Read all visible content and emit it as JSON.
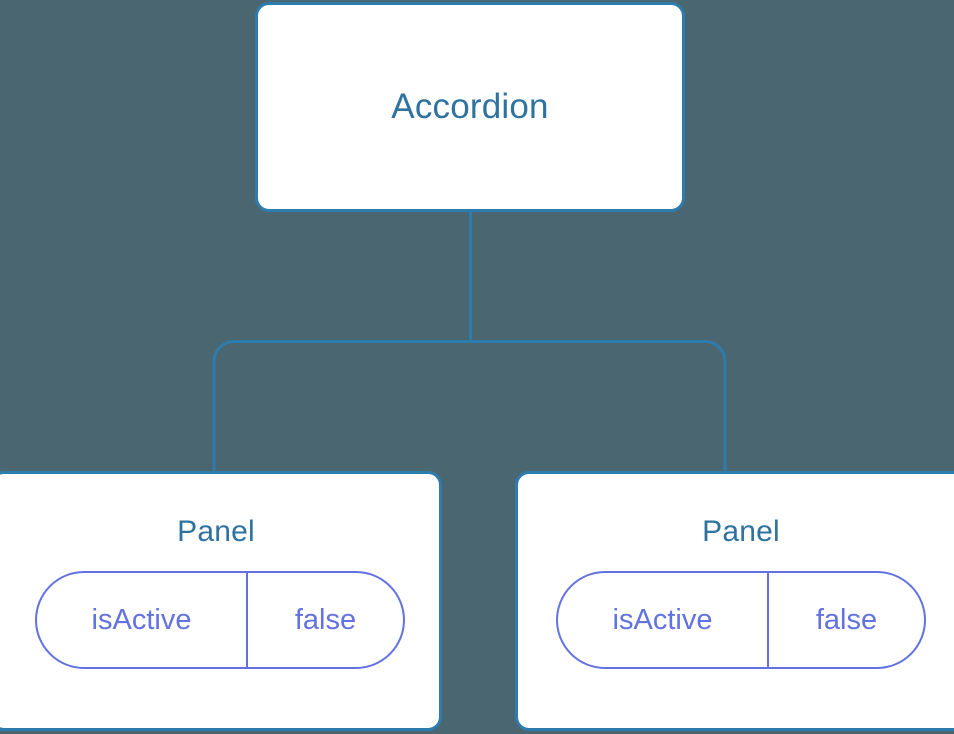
{
  "diagram": {
    "background_color": "#4a6670",
    "edge_color": "#2e7bad",
    "node_border_color": "#2e7bad",
    "node_fill_color": "#ffffff",
    "title_color": "#2e72a0",
    "state_color": "#6272e0",
    "root": {
      "label": "Accordion"
    },
    "children": [
      {
        "label": "Panel",
        "state": {
          "key": "isActive",
          "value": "false"
        }
      },
      {
        "label": "Panel",
        "state": {
          "key": "isActive",
          "value": "false"
        }
      }
    ]
  }
}
